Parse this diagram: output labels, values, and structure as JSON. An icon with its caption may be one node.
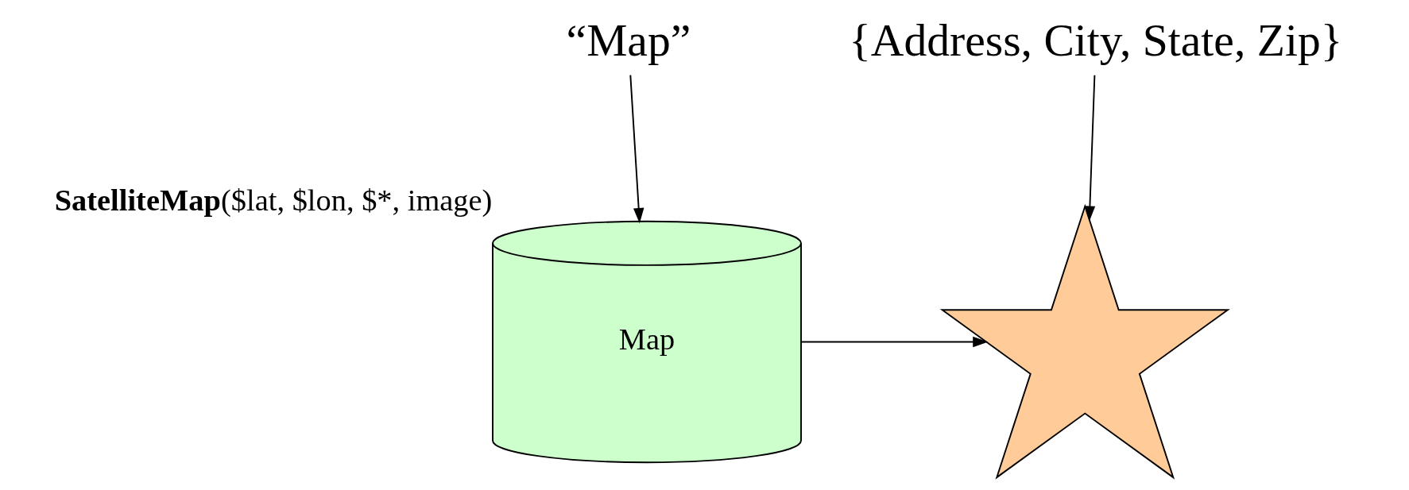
{
  "diagram": {
    "nodes": [
      {
        "text": [
          "{Address, City, State, Zip}"
        ]
      },
      {
        "text": [
          "“Map”"
        ]
      },
      {
        "text": [],
        "shape": "star"
      },
      {
        "text": [
          "Map"
        ],
        "beside": [
          "**SatelliteMap**($lat, $lon, $*, image)"
        ]
      }
    ],
    "edges": [
      {
        "from": 0,
        "to": 2,
        "arrow": "to"
      },
      {
        "from": 1,
        "to": 3,
        "arrow": "to"
      },
      {
        "from": 3,
        "to": 2,
        "arrow": "to"
      }
    ]
  }
}
